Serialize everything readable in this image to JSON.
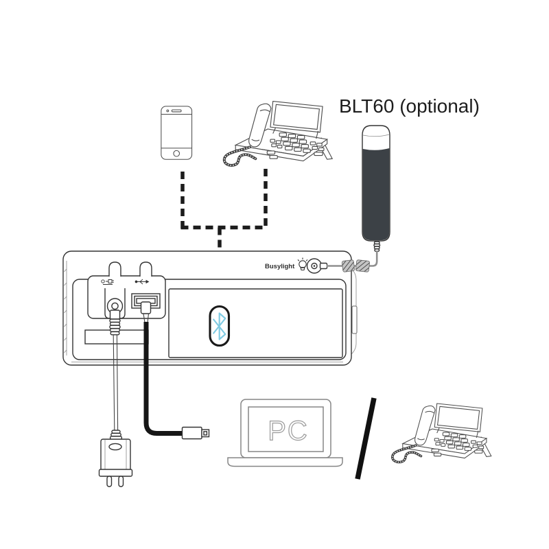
{
  "labels": {
    "blt60": "BLT60 (optional)",
    "busylight_port": "Busylight",
    "pc": "PC"
  },
  "colors": {
    "busylight_body": "#3c4146",
    "bluetooth_glyph": "#7fcbe3",
    "dashed_line": "#1c1c1c",
    "cable": "#161616"
  },
  "icons": {
    "bluetooth": "bluetooth-icon",
    "busylight_bulb": "light-bulb-icon",
    "dc_power_port": "dc-power-icon",
    "usb_port": "usb-icon"
  },
  "connections": [
    {
      "from": "smartphone",
      "to": "bluetooth-button",
      "style": "dashed"
    },
    {
      "from": "desk-phone",
      "to": "bluetooth-button",
      "style": "dashed"
    },
    {
      "from": "busylight-port",
      "to": "blt60-busylight",
      "style": "cable"
    },
    {
      "from": "dc-power-port",
      "to": "power-adapter",
      "style": "cable"
    },
    {
      "from": "usb-port",
      "to": "usb-a-connector",
      "style": "cable"
    }
  ]
}
